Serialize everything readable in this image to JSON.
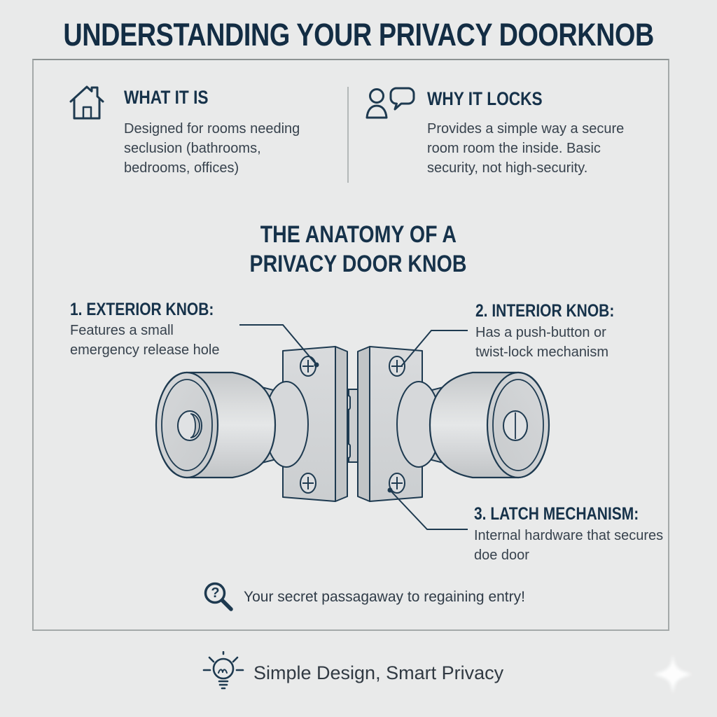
{
  "title": "UNDERSTANDING YOUR PRIVACY DOORKNOB",
  "features": {
    "left": {
      "icon": "house-icon",
      "heading": "WHAT IT IS",
      "body": "Designed for rooms needing seclusion (bathrooms, bedrooms, offices)"
    },
    "right": {
      "icon": "person-speech-icon",
      "heading": "WHY IT LOCKS",
      "body": "Provides a simple way a secure room room the inside. Basic security, not high-security."
    }
  },
  "anatomy": {
    "heading_line1": "THE ANATOMY OF A",
    "heading_line2": "PRIVACY DOOR KNOB",
    "callouts": [
      {
        "label": "1. EXTERIOR KNOB:",
        "description": "Features a small emergency release hole"
      },
      {
        "label": "2. INTERIOR KNOB:",
        "description": "Has a push-button or twist-lock mechanism"
      },
      {
        "label": "3. LATCH MECHANISM:",
        "description": "Internal hardware that secures doe door"
      }
    ],
    "note": {
      "icon": "magnifier-question-icon",
      "glyph": "?",
      "text": "Your secret passagaway to regaining entry!"
    }
  },
  "footer": {
    "icon": "lightbulb-icon",
    "tagline": "Simple Design, Smart Privacy"
  },
  "colors": {
    "background": "#e9eaea",
    "heading_navy": "#16324a",
    "body_text": "#37424d",
    "line_outline": "#1e3a50",
    "metal_light": "#dfe1e3",
    "metal_mid": "#d2d4d6",
    "metal_dark": "#c2c5c7",
    "box_border": "#a4a9a9",
    "sparkle": "#ffffff"
  }
}
